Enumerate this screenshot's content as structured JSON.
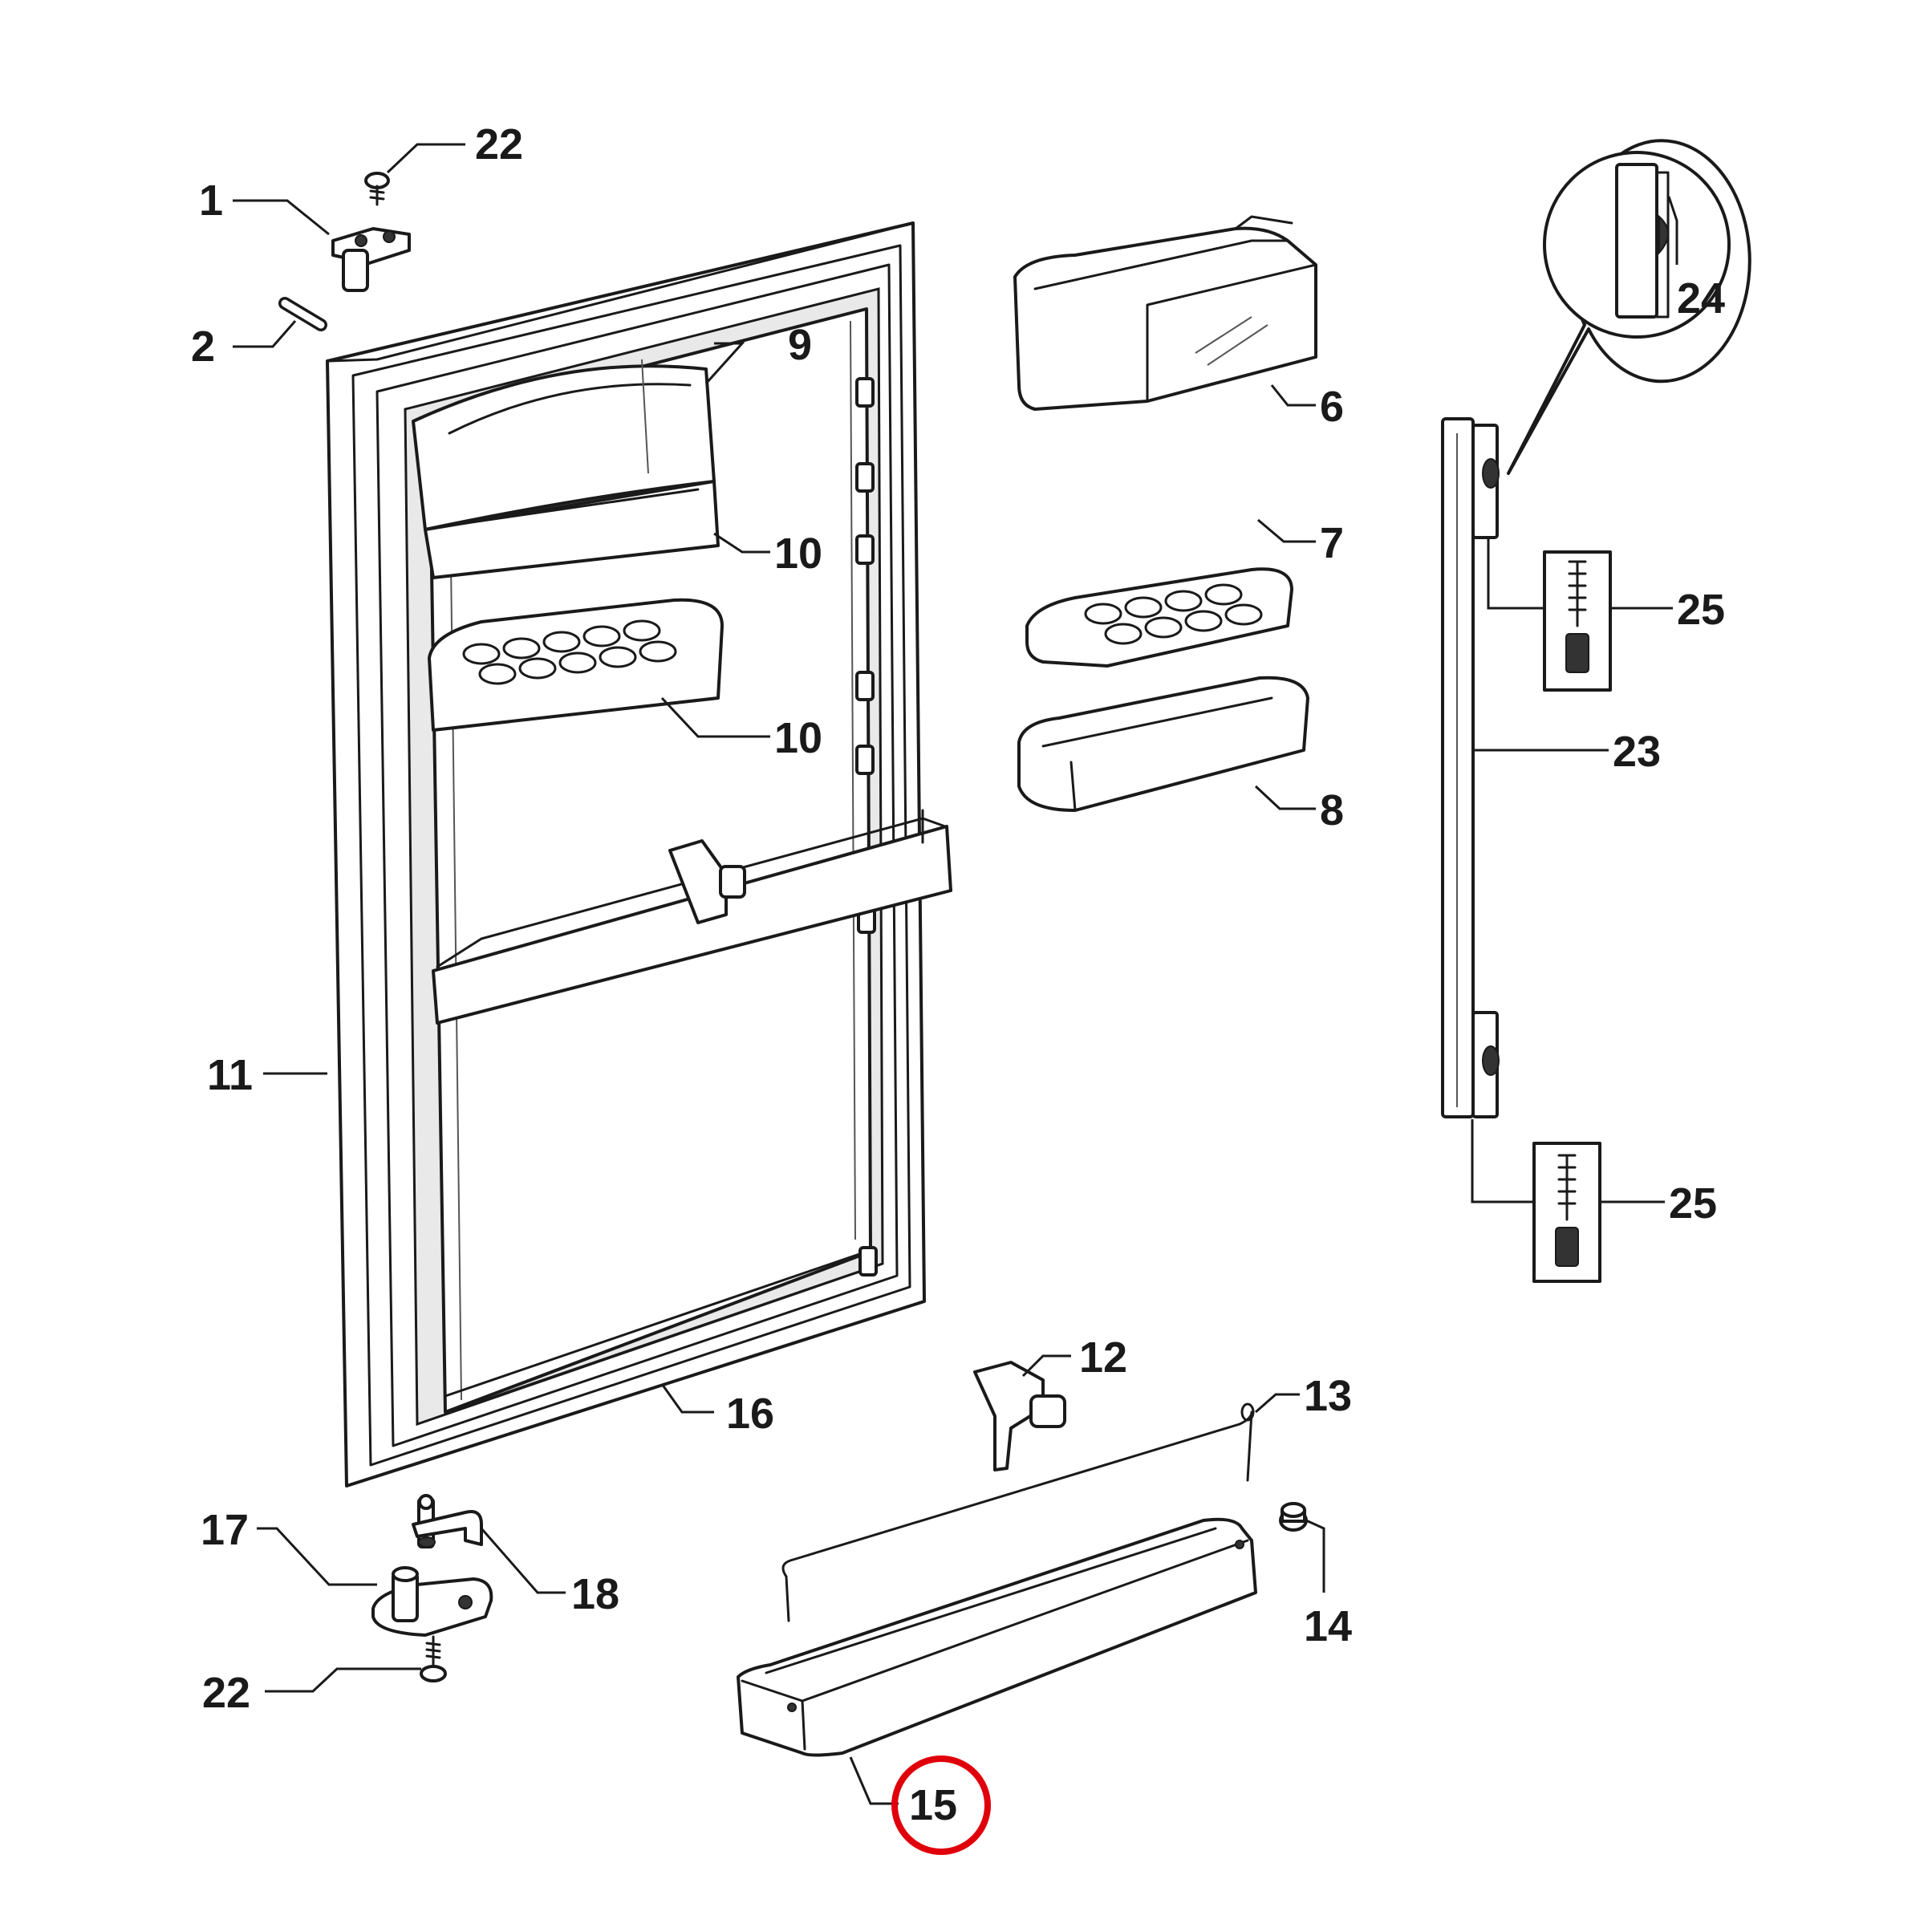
{
  "highlight": {
    "part": "15",
    "color": "#e0000b"
  },
  "callouts": {
    "c1": "1",
    "c2": "2",
    "c22a": "22",
    "c9": "9",
    "c10a": "10",
    "c10b": "10",
    "c11": "11",
    "c16": "16",
    "c6": "6",
    "c7": "7",
    "c8": "8",
    "c24": "24",
    "c25a": "25",
    "c23": "23",
    "c25b": "25",
    "c12": "12",
    "c13": "13",
    "c14": "14",
    "c15": "15",
    "c17": "17",
    "c18": "18",
    "c22b": "22"
  }
}
